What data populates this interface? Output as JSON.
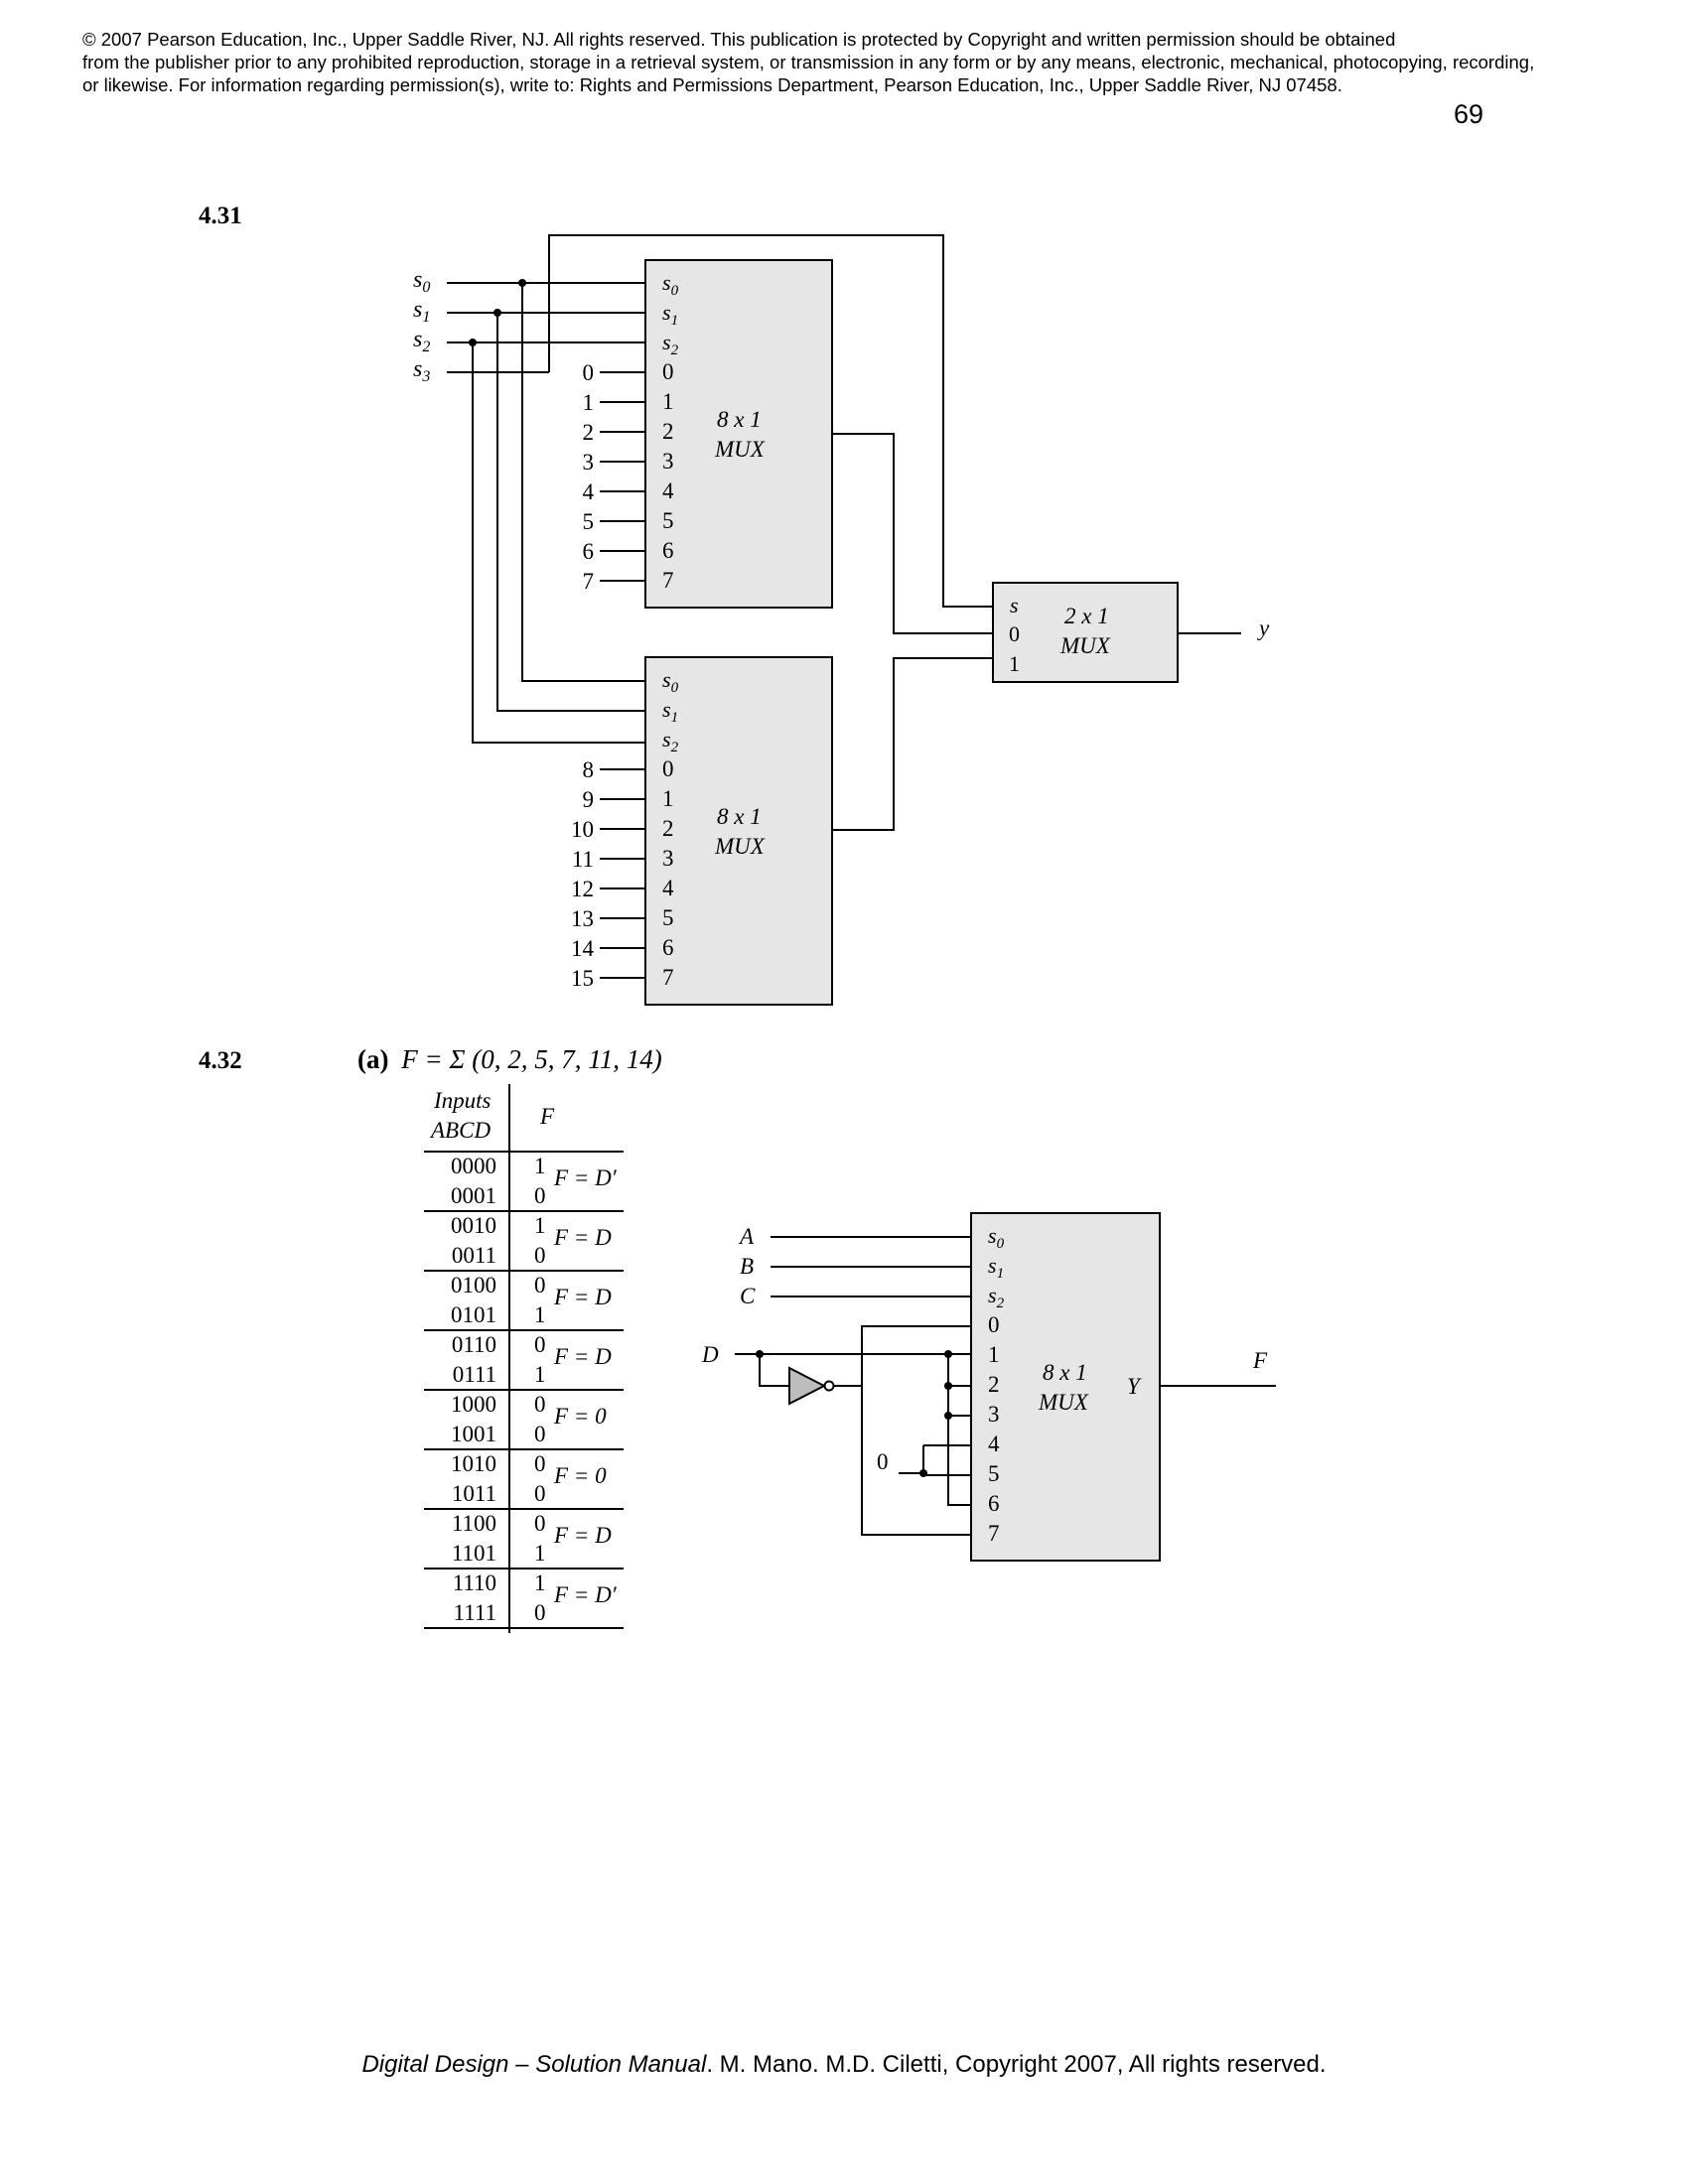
{
  "header": {
    "copyright_line1": "© 2007 Pearson Education, Inc., Upper Saddle River, NJ.  All rights reserved. This publication is protected by Copyright and written permission should be obtained",
    "copyright_line2": "from the publisher prior to any prohibited reproduction, storage in a retrieval system,  or transmission in any form or by any means, electronic, mechanical, photocopying, recording,",
    "copyright_line3": "or  likewise.  For information regarding permission(s), write to:  Rights and Permissions Department, Pearson Education, Inc., Upper Saddle River, NJ 07458.",
    "page_number": "69"
  },
  "problem_431": {
    "number": "4.31",
    "select_inputs": [
      "s",
      "s",
      "s",
      "s"
    ],
    "select_subscripts": [
      "0",
      "1",
      "2",
      "3"
    ],
    "mux_top": {
      "label1": "8 x 1",
      "label2": "MUX",
      "select_pins": [
        "s",
        "s",
        "s"
      ],
      "select_pin_subscripts": [
        "0",
        "1",
        "2"
      ],
      "data_pins": [
        "0",
        "1",
        "2",
        "3",
        "4",
        "5",
        "6",
        "7"
      ],
      "inputs": [
        "0",
        "1",
        "2",
        "3",
        "4",
        "5",
        "6",
        "7"
      ]
    },
    "mux_bottom": {
      "label1": "8 x 1",
      "label2": "MUX",
      "select_pins": [
        "s",
        "s",
        "s"
      ],
      "select_pin_subscripts": [
        "0",
        "1",
        "2"
      ],
      "data_pins": [
        "0",
        "1",
        "2",
        "3",
        "4",
        "5",
        "6",
        "7"
      ],
      "inputs": [
        "8",
        "9",
        "10",
        "11",
        "12",
        "13",
        "14",
        "15"
      ]
    },
    "mux_2x1": {
      "label1": "2 x 1",
      "label2": "MUX",
      "pins": [
        "s",
        "0",
        "1"
      ],
      "output": "y"
    }
  },
  "problem_432": {
    "number": "4.32",
    "part_label": "(a)",
    "function_text": "F = Σ (0, 2, 5, 7, 11, 14)",
    "table": {
      "header_inputs_line1": "Inputs",
      "header_inputs_line2": "ABCD",
      "header_output": "F",
      "rows": [
        {
          "inputs": "0000",
          "f": "1"
        },
        {
          "inputs": "0001",
          "f": "0"
        },
        {
          "inputs": "0010",
          "f": "1"
        },
        {
          "inputs": "0011",
          "f": "0"
        },
        {
          "inputs": "0100",
          "f": "0"
        },
        {
          "inputs": "0101",
          "f": "1"
        },
        {
          "inputs": "0110",
          "f": "0"
        },
        {
          "inputs": "0111",
          "f": "1"
        },
        {
          "inputs": "1000",
          "f": "0"
        },
        {
          "inputs": "1001",
          "f": "0"
        },
        {
          "inputs": "1010",
          "f": "0"
        },
        {
          "inputs": "1011",
          "f": "0"
        },
        {
          "inputs": "1100",
          "f": "0"
        },
        {
          "inputs": "1101",
          "f": "1"
        },
        {
          "inputs": "1110",
          "f": "1"
        },
        {
          "inputs": "1111",
          "f": "0"
        }
      ],
      "pair_results": [
        "F = D′",
        "F = D",
        "F = D",
        "F = D",
        "F = 0",
        "F = 0",
        "F = D",
        "F = D′"
      ]
    },
    "circuit": {
      "input_labels": [
        "A",
        "B",
        "C",
        "D"
      ],
      "constant_zero": "0",
      "mux": {
        "label1": "8 x 1",
        "label2": "MUX",
        "select_pins": [
          "s",
          "s",
          "s"
        ],
        "select_pin_subscripts": [
          "0",
          "1",
          "2"
        ],
        "data_pins": [
          "0",
          "1",
          "2",
          "3",
          "4",
          "5",
          "6",
          "7"
        ],
        "output_pin": "Y"
      },
      "output_label": "F"
    }
  },
  "footer": {
    "title_italic": "Digital Design – Solution Manual",
    "rest": ". M. Mano. M.D. Ciletti, Copyright 2007, All rights reserved."
  }
}
